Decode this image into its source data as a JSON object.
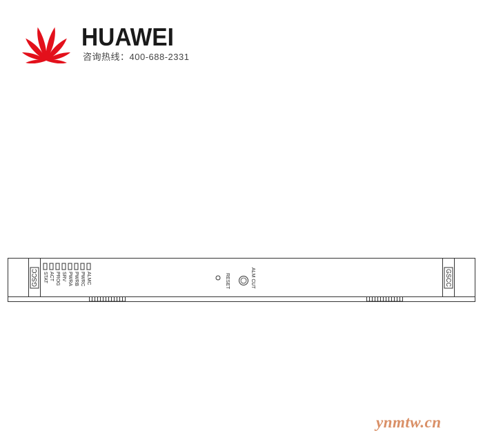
{
  "header": {
    "brand": "HUAWEI",
    "hotline": "咨询热线：400-688-2331",
    "logo_color": "#e3101b"
  },
  "board": {
    "name": "GSCC",
    "leds": [
      "STAT",
      "ACT",
      "PROG",
      "SRV",
      "PWRA",
      "PWRB",
      "PWRC",
      "ALMC"
    ],
    "reset_label": "RESET",
    "alarm_cut_label": "ALM CUT",
    "line_color": "#333333"
  },
  "watermark": {
    "text": "ynmtw.cn",
    "color": "#d98f66"
  }
}
